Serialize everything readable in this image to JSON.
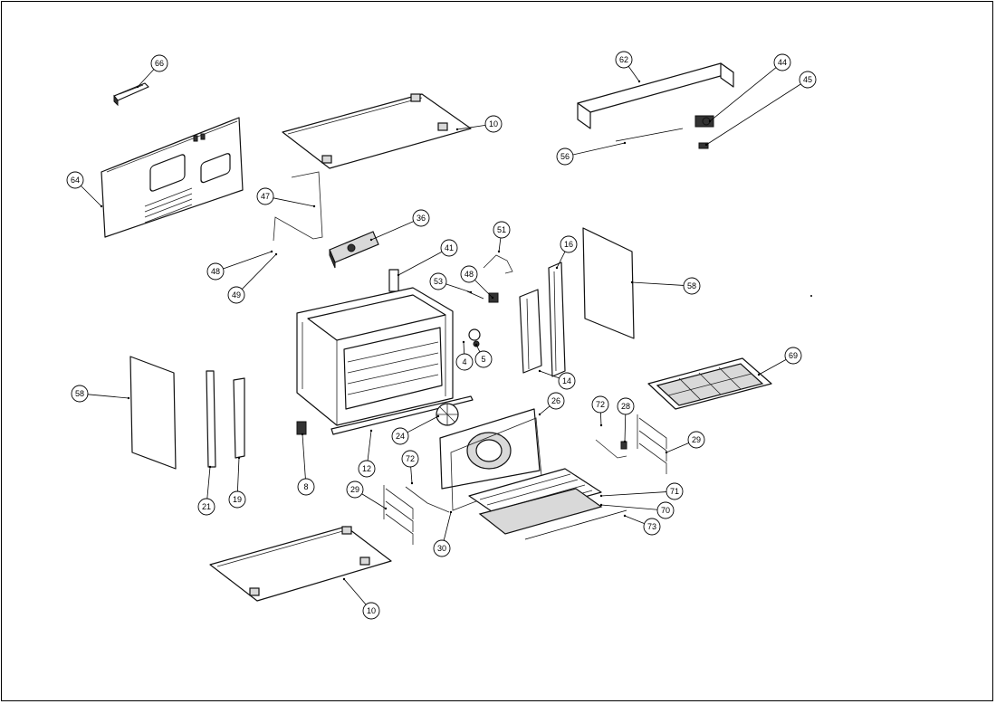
{
  "callouts": [
    {
      "id": "c66a",
      "label": "66"
    },
    {
      "id": "c10a",
      "label": "10"
    },
    {
      "id": "c62",
      "label": "62"
    },
    {
      "id": "c44",
      "label": "44"
    },
    {
      "id": "c45",
      "label": "45"
    },
    {
      "id": "c56",
      "label": "56"
    },
    {
      "id": "c64",
      "label": "64"
    },
    {
      "id": "c47",
      "label": "47"
    },
    {
      "id": "c36",
      "label": "36"
    },
    {
      "id": "c51",
      "label": "51"
    },
    {
      "id": "c16",
      "label": "16"
    },
    {
      "id": "c41",
      "label": "41"
    },
    {
      "id": "c48a",
      "label": "48"
    },
    {
      "id": "c48b",
      "label": "48"
    },
    {
      "id": "c53",
      "label": "53"
    },
    {
      "id": "c49",
      "label": "49"
    },
    {
      "id": "c58a",
      "label": "58"
    },
    {
      "id": "c58b",
      "label": "58"
    },
    {
      "id": "c4",
      "label": "4"
    },
    {
      "id": "c5",
      "label": "5"
    },
    {
      "id": "c14",
      "label": "14"
    },
    {
      "id": "c69",
      "label": "69"
    },
    {
      "id": "c26",
      "label": "26"
    },
    {
      "id": "c72a",
      "label": "72"
    },
    {
      "id": "c28",
      "label": "28"
    },
    {
      "id": "c29a",
      "label": "29"
    },
    {
      "id": "c24",
      "label": "24"
    },
    {
      "id": "c12",
      "label": "12"
    },
    {
      "id": "c8",
      "label": "8"
    },
    {
      "id": "c21",
      "label": "21"
    },
    {
      "id": "c19",
      "label": "19"
    },
    {
      "id": "c72b",
      "label": "72"
    },
    {
      "id": "c29b",
      "label": "29"
    },
    {
      "id": "c71",
      "label": "71"
    },
    {
      "id": "c70",
      "label": "70"
    },
    {
      "id": "c73",
      "label": "73"
    },
    {
      "id": "c30",
      "label": "30"
    },
    {
      "id": "c10b",
      "label": "10"
    }
  ]
}
